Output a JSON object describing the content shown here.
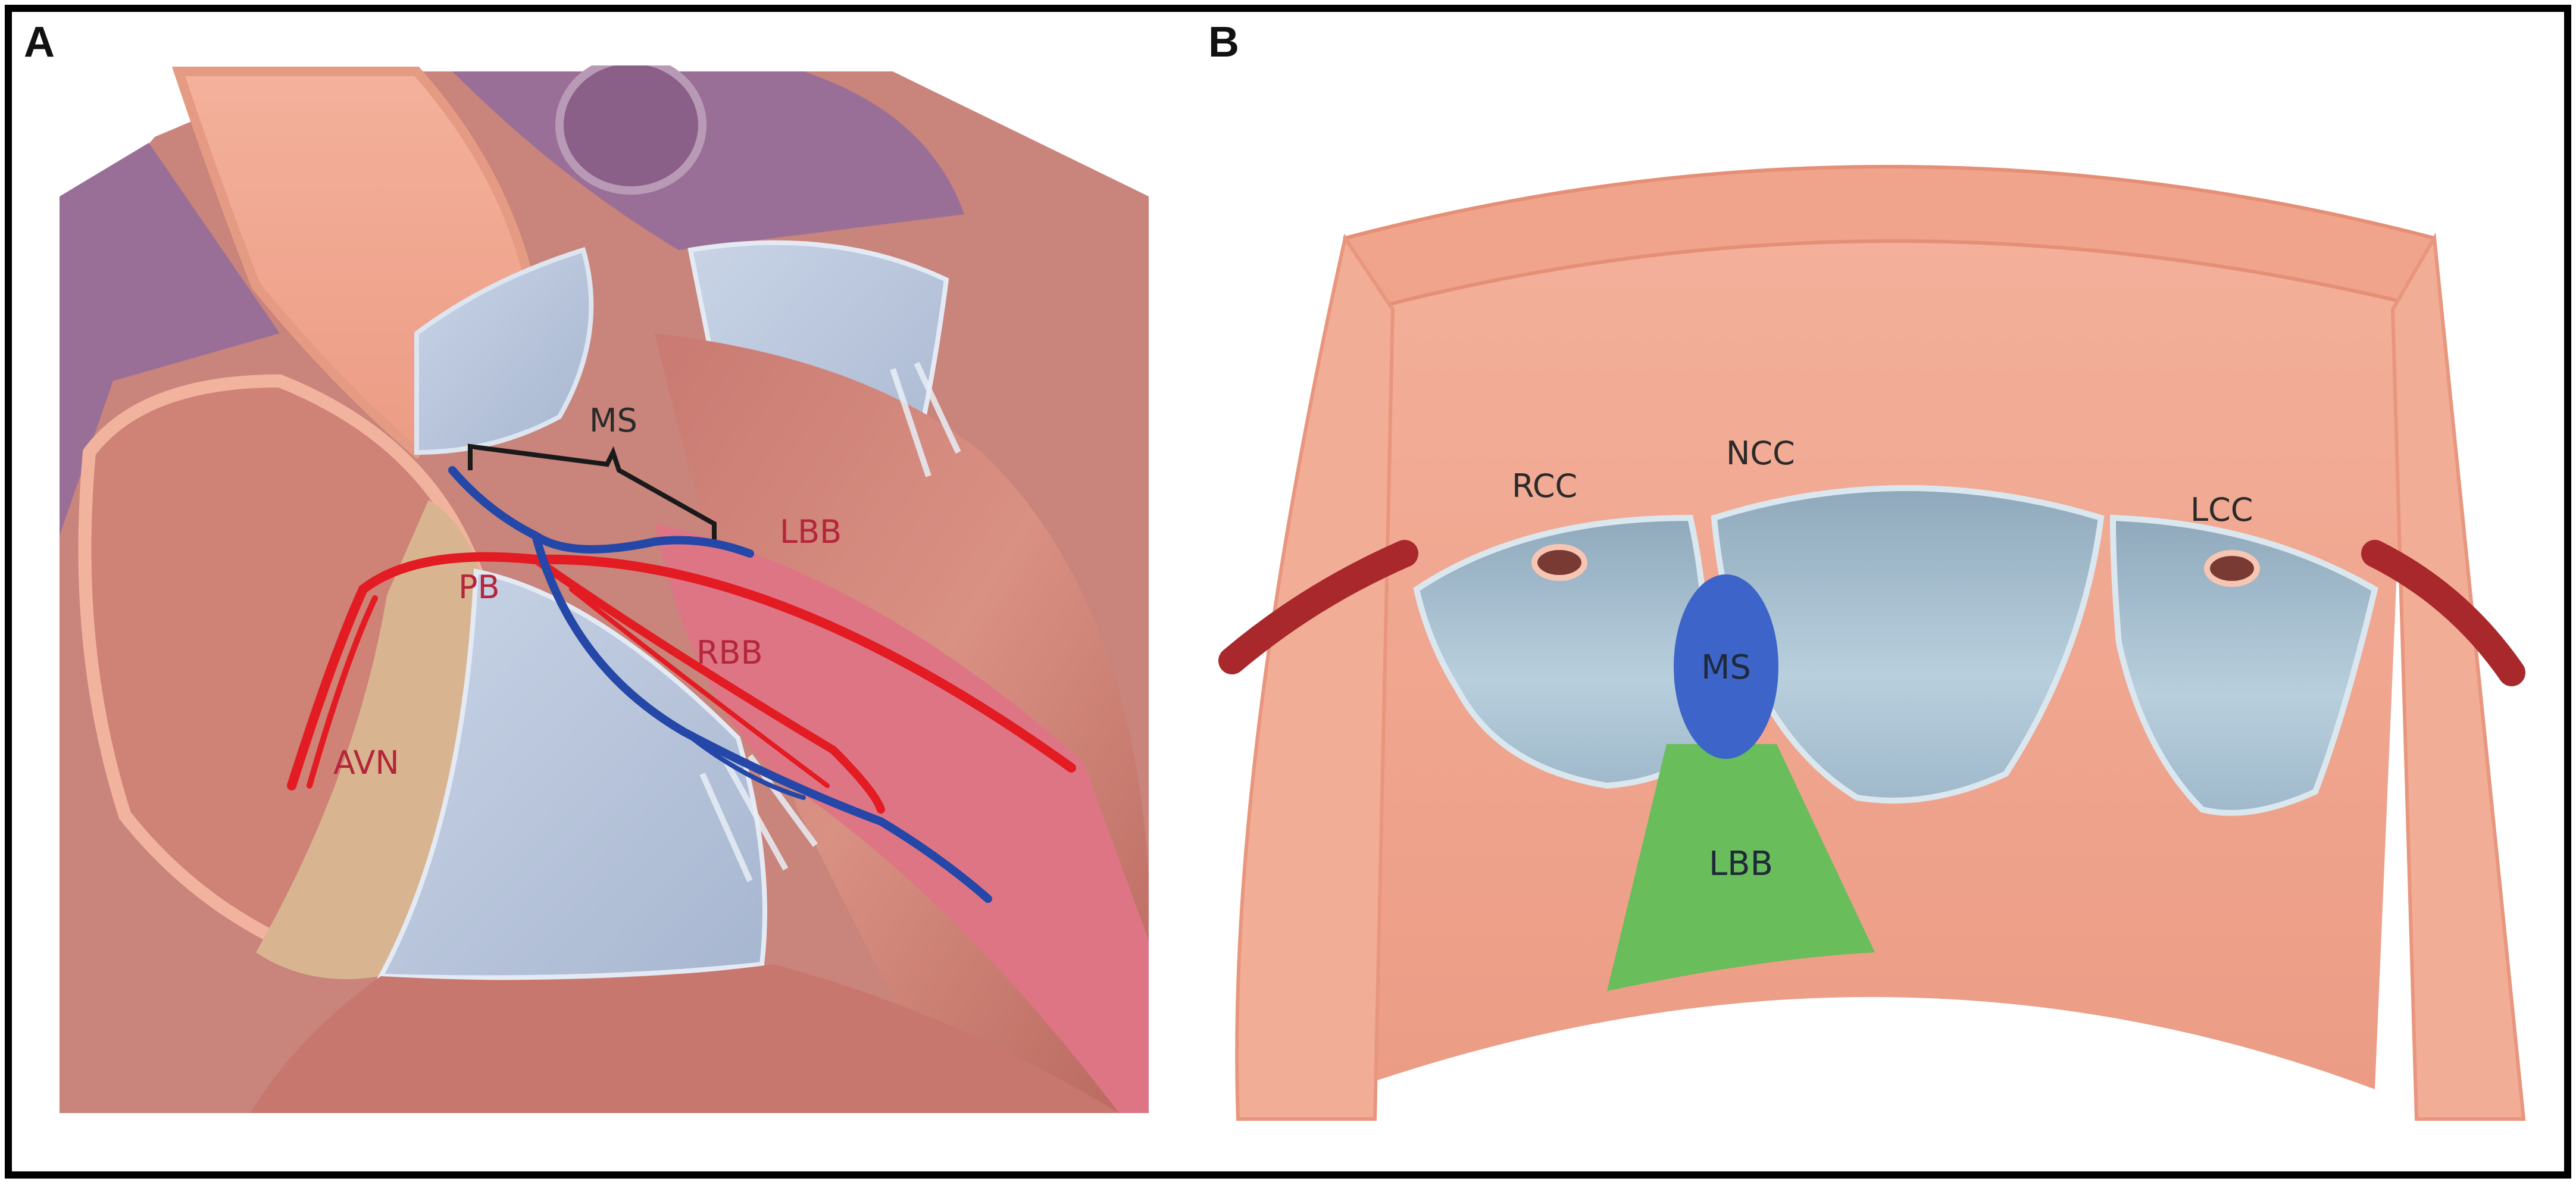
{
  "panels": {
    "a": {
      "letter": "A",
      "labels": {
        "ms": "MS",
        "lbb": "LBB",
        "pb": "PB",
        "rbb": "RBB",
        "avn": "AVN"
      }
    },
    "b": {
      "letter": "B",
      "labels": {
        "rcc": "RCC",
        "ncc": "NCC",
        "lcc": "LCC",
        "ms": "MS",
        "lbb": "LBB"
      }
    }
  },
  "colors": {
    "frame": "#000000",
    "conduction_red": "#e31b23",
    "conduction_blue": "#2447a8",
    "ms_zone_blue": "#3d64c8",
    "lbb_zone_green": "#69bd5a",
    "myocardium": "#d98b7f",
    "atrium_purple": "#9a6f97",
    "aorta_salmon": "#f1a990",
    "valve_leaflet": "#a9c2d3",
    "septum_pink": "#de7585"
  }
}
